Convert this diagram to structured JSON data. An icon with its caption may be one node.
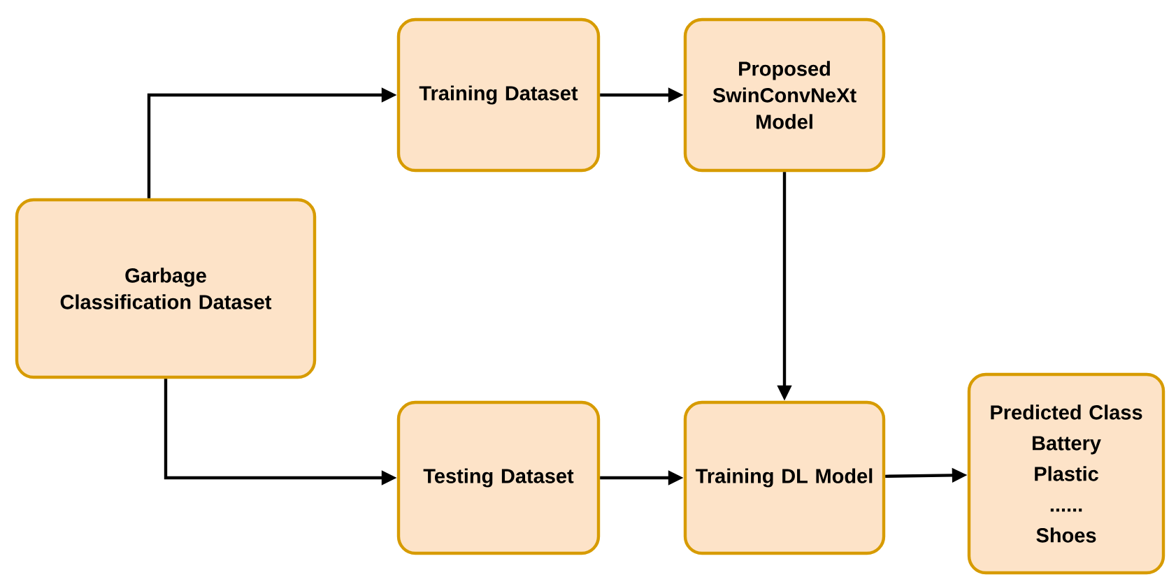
{
  "diagram": {
    "nodes": [
      {
        "text": [
          "Garbage Classification Dataset"
        ]
      },
      {
        "text": [
          "Training Dataset"
        ]
      },
      {
        "text": [
          "Proposed SwinConvNeXt Model"
        ]
      },
      {
        "text": [
          "Testing Dataset"
        ]
      },
      {
        "text": [
          "Training DL Model"
        ]
      },
      {
        "text": [
          "Predicted Class",
          "Battery",
          "Plastic",
          "......",
          "Shoes"
        ]
      }
    ],
    "edges": [
      {
        "from": 0,
        "to": 1,
        "arrow": "to"
      },
      {
        "from": 0,
        "to": 3,
        "arrow": "to"
      },
      {
        "from": 1,
        "to": 2,
        "arrow": "to"
      },
      {
        "from": 2,
        "to": 4,
        "arrow": "to"
      },
      {
        "from": 3,
        "to": 4,
        "arrow": "to"
      },
      {
        "from": 4,
        "to": 5,
        "arrow": "to"
      }
    ]
  }
}
